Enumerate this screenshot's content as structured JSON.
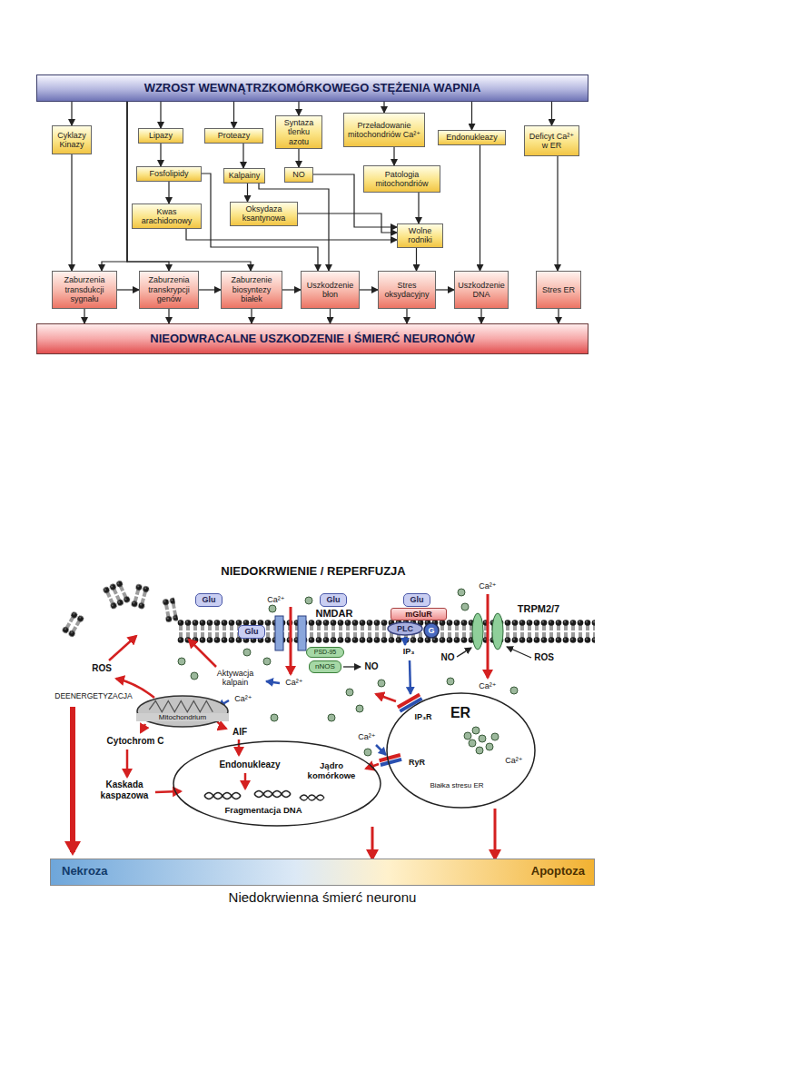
{
  "diagram": {
    "title": "NIEDOKRWIENIE / REPERFUZJA",
    "caption": "Niedokrwienna śmierć neuronu",
    "nodes": [
      {
        "text": [
          "WZROST WEWNĄTRZKOMÓRKOWEGO STĘŻENIA WAPNIA"
        ]
      },
      {
        "text": [
          "Cyklazy Kinazy"
        ]
      },
      {
        "text": [
          "Lipazy"
        ]
      },
      {
        "text": [
          "Proteazy"
        ]
      },
      {
        "text": [
          "Syntaza tlenku azotu"
        ]
      },
      {
        "text": [
          "Przeładowanie mitochondriów Ca²⁺"
        ]
      },
      {
        "text": [
          "Endonukleazy"
        ]
      },
      {
        "text": [
          "Deficyt Ca²⁺ w ER"
        ]
      },
      {
        "text": [
          "Fosfolipidy"
        ]
      },
      {
        "text": [
          "Kalpainy"
        ]
      },
      {
        "text": [
          "NO"
        ]
      },
      {
        "text": [
          "Patologia mitochondriów"
        ]
      },
      {
        "text": [
          "Kwas arachidonowy"
        ]
      },
      {
        "text": [
          "Oksydaza ksantynowa"
        ]
      },
      {
        "text": [
          "Wolne rodniki"
        ]
      },
      {
        "text": [
          "Zaburzenia transdukcji sygnału"
        ]
      },
      {
        "text": [
          "Zaburzenia transkrypcji genów"
        ]
      },
      {
        "text": [
          "Zaburzenie biosyntezy białek"
        ]
      },
      {
        "text": [
          "Uszkodzenie błon"
        ]
      },
      {
        "text": [
          "Stres oksydacyjny"
        ]
      },
      {
        "text": [
          "Uszkodzenie DNA"
        ]
      },
      {
        "text": [
          "Stres ER"
        ]
      },
      {
        "text": [
          "NIEODWRACALNE USZKODZENIE I ŚMIERĆ NEURONÓW"
        ]
      },
      {
        "text": [
          "Glu"
        ]
      },
      {
        "text": [
          "Glu"
        ]
      },
      {
        "text": [
          "Glu"
        ]
      },
      {
        "text": [
          "Glu"
        ]
      },
      {
        "text": [
          "mGluR"
        ]
      },
      {
        "text": [
          "PLC"
        ]
      },
      {
        "text": [
          "G"
        ]
      },
      {
        "text": [
          "PSD-95"
        ]
      },
      {
        "text": [
          "nNOS"
        ]
      },
      {
        "text": [
          "Mitochondrium"
        ]
      },
      {
        "text": [
          "Endonukleazy",
          "Jądro komórkowe",
          "Fragmentacja DNA"
        ]
      },
      {
        "text": [
          "ER",
          "Ca²⁺",
          "Białka stresu ER"
        ]
      },
      {
        "text": [
          "Nekroza",
          "Apoptoza"
        ]
      }
    ],
    "edges": [
      {
        "from": 0,
        "to": 1,
        "arrow": "to"
      },
      {
        "from": 0,
        "to": 2,
        "arrow": "to"
      },
      {
        "from": 0,
        "to": 3,
        "arrow": "to"
      },
      {
        "from": 0,
        "to": 4,
        "arrow": "to"
      },
      {
        "from": 0,
        "to": 5,
        "arrow": "to"
      },
      {
        "from": 0,
        "to": 6,
        "arrow": "to"
      },
      {
        "from": 0,
        "to": 7,
        "arrow": "to"
      },
      {
        "from": 0,
        "to": 15,
        "arrow": "to"
      },
      {
        "from": 0,
        "to": 16,
        "arrow": "to"
      },
      {
        "from": 0,
        "to": 17,
        "arrow": "to"
      },
      {
        "from": 1,
        "to": 15,
        "arrow": "to"
      },
      {
        "from": 2,
        "to": 8,
        "arrow": "to"
      },
      {
        "from": 3,
        "to": 9,
        "arrow": "to"
      },
      {
        "from": 4,
        "to": 10,
        "arrow": "to"
      },
      {
        "from": 5,
        "to": 11,
        "arrow": "to"
      },
      {
        "from": 6,
        "to": 20,
        "arrow": "to"
      },
      {
        "from": 7,
        "to": 21,
        "arrow": "to"
      },
      {
        "from": 8,
        "to": 12,
        "arrow": "to"
      },
      {
        "from": 8,
        "to": 18,
        "arrow": "to"
      },
      {
        "from": 9,
        "to": 13,
        "arrow": "to"
      },
      {
        "from": 9,
        "to": 18,
        "arrow": "to"
      },
      {
        "from": 10,
        "to": 14,
        "arrow": "to"
      },
      {
        "from": 11,
        "to": 14,
        "arrow": "to"
      },
      {
        "from": 12,
        "to": 14,
        "arrow": "to"
      },
      {
        "from": 13,
        "to": 14,
        "arrow": "to"
      },
      {
        "from": 14,
        "to": 19,
        "arrow": "to"
      },
      {
        "from": 15,
        "to": 16,
        "arrow": "to"
      },
      {
        "from": 16,
        "to": 17,
        "arrow": "to"
      },
      {
        "from": 17,
        "to": 18,
        "arrow": "to"
      },
      {
        "from": 18,
        "to": 19,
        "arrow": "to"
      },
      {
        "from": 19,
        "to": 20,
        "arrow": "to"
      },
      {
        "from": 15,
        "to": 22,
        "arrow": "to"
      },
      {
        "from": 16,
        "to": 22,
        "arrow": "to"
      },
      {
        "from": 17,
        "to": 22,
        "arrow": "to"
      },
      {
        "from": 18,
        "to": 22,
        "arrow": "to"
      },
      {
        "from": 19,
        "to": 22,
        "arrow": "to"
      },
      {
        "from": 20,
        "to": 22,
        "arrow": "to"
      },
      {
        "from": 21,
        "to": 22,
        "arrow": "to"
      },
      {
        "from": 33,
        "to": 35,
        "arrow": "to"
      },
      {
        "from": 34,
        "to": 35,
        "arrow": "to"
      }
    ],
    "labels": [
      "NMDAR",
      "TRPM2/7",
      "Ca²⁺",
      "Ca²⁺",
      "ROS",
      "Aktywacja kalpain",
      "Ca²⁺",
      "NO",
      "IP₃",
      "NO",
      "ROS",
      "Ca²⁺",
      "DEENERGETYZACJA",
      "Ca²⁺",
      "IP₃R",
      "AIF",
      "Cytochrom C",
      "Ca²⁺",
      "RyR",
      "Kaskada kaspazowa"
    ]
  }
}
